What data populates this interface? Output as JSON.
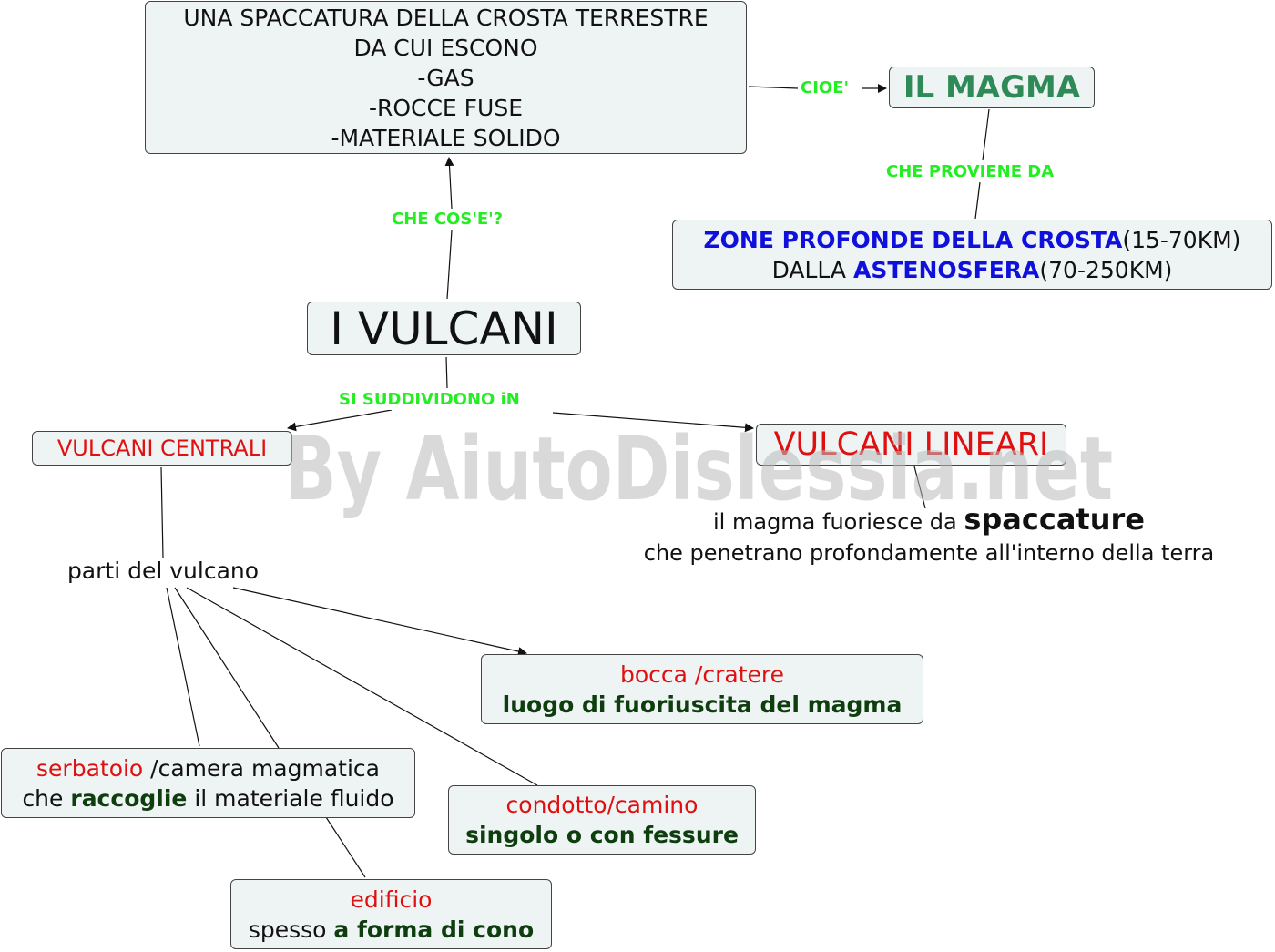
{
  "definition": {
    "line1": "UNA SPACCATURA DELLA CROSTA  TERRESTRE",
    "line2": "DA CUI ESCONO",
    "line3": "-GAS",
    "line4": "-ROCCE FUSE",
    "line5": "-MATERIALE SOLIDO"
  },
  "links": {
    "cioe": "CIOE'",
    "proviene": "CHE PROVIENE DA",
    "che_cose": "CHE COS'E'?",
    "suddividono": "SI SUDDIVIDONO iN"
  },
  "magma": {
    "title": "IL MAGMA"
  },
  "zone": {
    "a_bold": "ZONE PROFONDE DELLA CROSTA",
    "a_rest": "(15-70KM)",
    "b_prefix": "DALLA ",
    "b_bold": "ASTENOSFERA",
    "b_rest": "(70-250KM)"
  },
  "main": {
    "title": "I VULCANI"
  },
  "centrali": {
    "title": "VULCANI CENTRALI"
  },
  "lineari": {
    "title": "VULCANI LINEARI"
  },
  "lineari_desc": {
    "l1_pre": "il magma fuoriesce da ",
    "l1_bold": "spaccature",
    "l2": "che penetrano profondamente all'interno della terra"
  },
  "parti": {
    "label": "parti del vulcano"
  },
  "bocca": {
    "title": "bocca /cratere",
    "desc": "luogo di fuoriuscita del magma"
  },
  "serbatoio": {
    "title_red": "serbatoio",
    "title_rest": " /camera magmatica",
    "l2_pre": "che ",
    "l2_bold": "raccoglie",
    "l2_post": " il materiale fluido"
  },
  "condotto": {
    "title": "condotto/camino",
    "desc": "singolo o con fessure"
  },
  "edificio": {
    "title": "edificio",
    "desc_pre": "spesso ",
    "desc_bold": "a forma di cono"
  },
  "watermark": {
    "text": "By AiutoDislessia.net"
  },
  "colors": {
    "link_label": "#22ee22",
    "magma_title": "#2e8b57",
    "red_text": "#e01010",
    "dark_green": "#0e3d0e",
    "blue_text": "#1010dd",
    "node_fill": "#eef3f4"
  }
}
